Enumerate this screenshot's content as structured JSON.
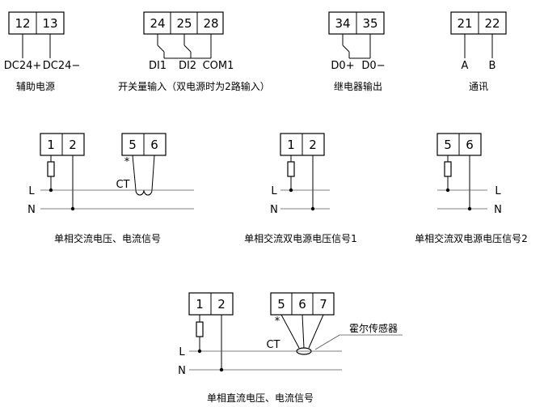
{
  "top_row": {
    "aux_power": {
      "terminals": [
        "12",
        "13"
      ],
      "labels": [
        "DC24+",
        "DC24−"
      ],
      "caption": "辅助电源"
    },
    "switch_input": {
      "terminals": [
        "24",
        "25",
        "28"
      ],
      "labels": [
        "DI1",
        "DI2",
        "COM1"
      ],
      "caption": "开关量输入（双电源时为2路输入）"
    },
    "relay_output": {
      "terminals": [
        "34",
        "35"
      ],
      "labels": [
        "D0+",
        "D0−"
      ],
      "caption": "继电器输出"
    },
    "comm": {
      "terminals": [
        "21",
        "22"
      ],
      "labels": [
        "A",
        "B"
      ],
      "caption": "通讯"
    }
  },
  "middle_row": {
    "single_phase_ac": {
      "voltage_terminals": [
        "1",
        "2"
      ],
      "current_terminals": [
        "5",
        "6"
      ],
      "star": "*",
      "ct": "CT",
      "line_l": "L",
      "line_n": "N",
      "caption": "单相交流电压、电流信号"
    },
    "dual_power_1": {
      "voltage_terminals": [
        "1",
        "2"
      ],
      "line_l": "L",
      "line_n": "N",
      "caption": "单相交流双电源电压信号1"
    },
    "dual_power_2": {
      "voltage_terminals": [
        "5",
        "6"
      ],
      "line_l": "L",
      "line_n": "N",
      "caption": "单相交流双电源电压信号2"
    }
  },
  "bottom_row": {
    "single_phase_dc": {
      "voltage_terminals": [
        "1",
        "2"
      ],
      "current_terminals": [
        "5",
        "6",
        "7"
      ],
      "star": "*",
      "ct": "CT",
      "sensor": "霍尔传感器",
      "line_l": "L",
      "line_n": "N",
      "caption": "单相直流电压、电流信号"
    }
  }
}
